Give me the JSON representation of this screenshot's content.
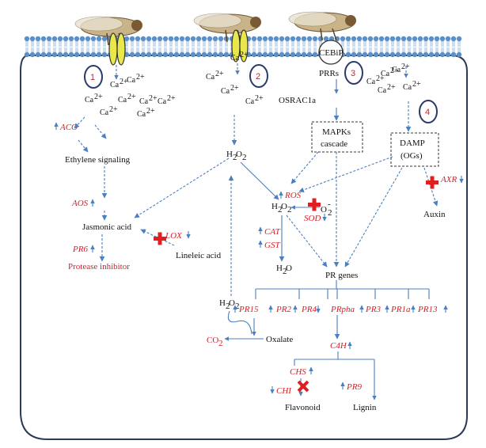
{
  "receptors": {
    "cebip": "CEBiP",
    "prrs": "PRRs",
    "osrac": "OSRAC1a"
  },
  "steps": [
    "1",
    "2",
    "3",
    "4"
  ],
  "calcium": {
    "ca_label": "Ca",
    "charge": "2+"
  },
  "boxes": {
    "mapks_line1": "MAPKs",
    "mapks_line2": "cascade",
    "damp_line1": "DAMP",
    "damp_line2": "(OGs)"
  },
  "left": {
    "aco": "ACO",
    "ethylene": "Ethylene signaling",
    "aos": "AOS",
    "jasmonic": "Jasmonic acid",
    "lox": "LOX",
    "linoleic": "Lineleic acid",
    "pr6": "PR6",
    "protease": "Protease inhibitor"
  },
  "center": {
    "h2o2_label": "H",
    "h2o2_mid": "O",
    "ros": "ROS",
    "sod": "SOD",
    "o2_label": "O",
    "cat": "CAT",
    "gst": "GST",
    "h2o": "H",
    "h2o_end": "O",
    "pr_genes": "PR genes"
  },
  "right": {
    "axr": "AXR",
    "auxin": "Auxin"
  },
  "pr_row": [
    "PR15",
    "PR2",
    "PR4",
    "PRpha",
    "PR3",
    "PR1a",
    "PR13"
  ],
  "bottom": {
    "co2": "CO",
    "oxalate": "Oxalate",
    "c4h": "C4H",
    "chs": "CHS",
    "chi": "CHI",
    "pr9": "PR9",
    "flavonoid": "Flavonoid",
    "lignin": "Lignin"
  },
  "colors": {
    "membrane": "#5b8fc8",
    "arrow": "#4a7fc0",
    "cell_border": "#2b3a55",
    "gene_red": "#d3202a",
    "step_circle": "#2b3a6a",
    "receptor_yellow": "#e8e84a"
  }
}
